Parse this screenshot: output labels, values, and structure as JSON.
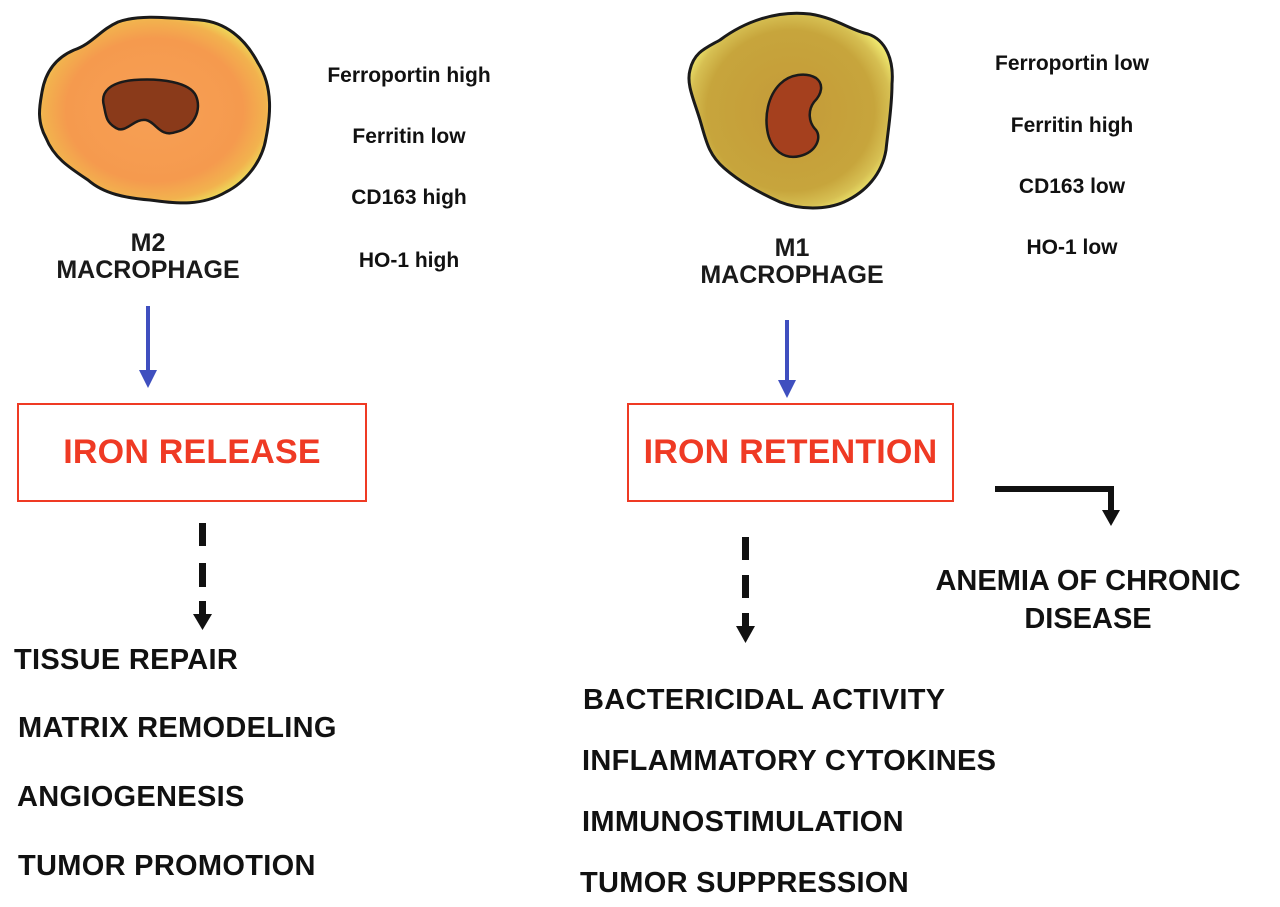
{
  "title": "Macrophage polarization and iron handling",
  "colors": {
    "m2_cytoplasm": "#f59a4e",
    "m2_rim": "#e9e05a",
    "m2_nucleus": "#8a3a1a",
    "m1_cytoplasm": "#c7a53c",
    "m1_rim": "#eadf6a",
    "m1_nucleus": "#a5401e",
    "box_border": "#ef3a24",
    "box_text": "#ef3a24",
    "blue_arrow": "#3f4fbf",
    "black": "#111111"
  },
  "left": {
    "cell_label_line1": "M2",
    "cell_label_line2": "MACROPHAGE",
    "markers": [
      "Ferroportin high",
      "Ferritin low",
      "CD163 high",
      "HO-1 high"
    ],
    "box_label": "IRON RELEASE",
    "outcomes": [
      "TISSUE REPAIR",
      "MATRIX REMODELING",
      "ANGIOGENESIS",
      "TUMOR PROMOTION"
    ]
  },
  "right": {
    "cell_label_line1": "M1",
    "cell_label_line2": "MACROPHAGE",
    "markers": [
      "Ferroportin low",
      "Ferritin high",
      "CD163 low",
      "HO-1 low"
    ],
    "box_label": "IRON RETENTION",
    "side_outcome_line1": "ANEMIA OF CHRONIC",
    "side_outcome_line2": "DISEASE",
    "outcomes": [
      "BACTERICIDAL ACTIVITY",
      "INFLAMMATORY CYTOKINES",
      "IMMUNOSTIMULATION",
      "TUMOR SUPPRESSION"
    ]
  }
}
